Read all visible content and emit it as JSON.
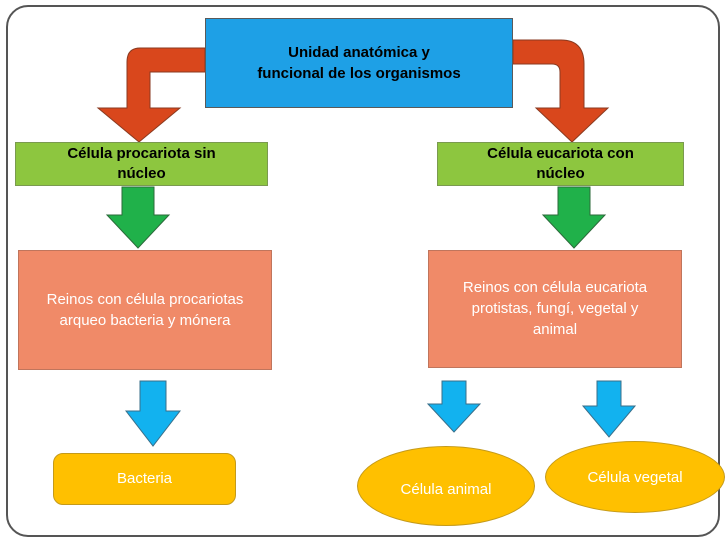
{
  "top_box": {
    "line1": "Unidad anatómica y",
    "line2": "funcional de los organismos"
  },
  "prokaryote_box": {
    "line1": "Célula procariota sin",
    "line2": "núcleo"
  },
  "eukaryote_box": {
    "line1": "Célula eucariota con",
    "line2": "núcleo"
  },
  "prokaryote_kingdoms": {
    "line1": "Reinos con célula procariotas",
    "line2": "arqueo bacteria y mónera"
  },
  "eukaryote_kingdoms": {
    "line1": "Reinos con célula eucariota",
    "line2": "protistas, fungí, vegetal y",
    "line3": "animal"
  },
  "bacteria": "Bacteria",
  "animal_cell": "Célula animal",
  "plant_cell": "Célula vegetal",
  "colors": {
    "top_box": "#1ea0e6",
    "red_arrow": "#d9471c",
    "green_box": "#8dc63f",
    "green_arrow": "#20b14a",
    "salmon_box": "#f08a68",
    "blue_arrow": "#12b2ef",
    "yellow": "#ffc000"
  }
}
